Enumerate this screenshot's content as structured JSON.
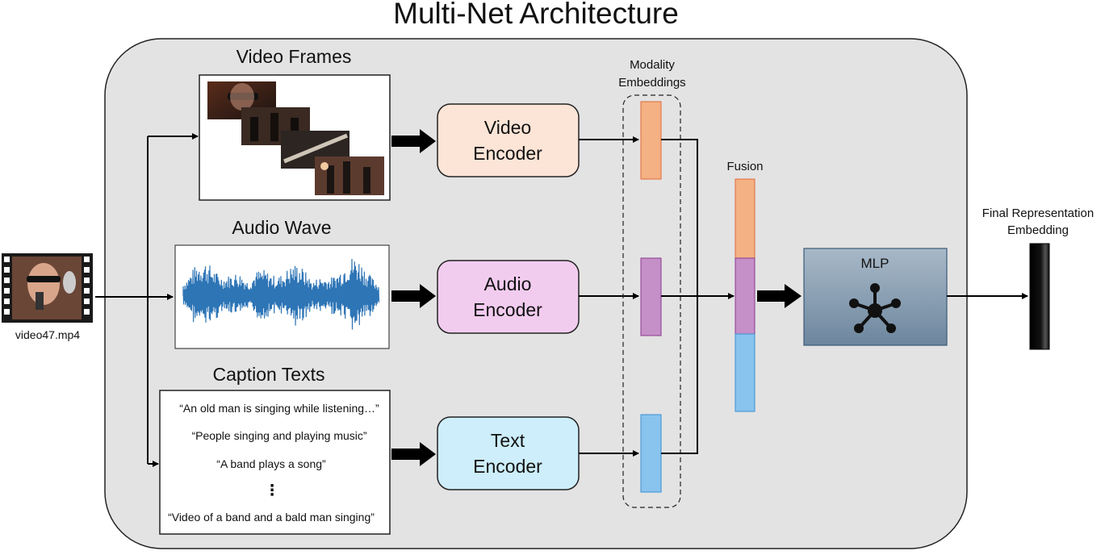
{
  "title": "Multi-Net Architecture",
  "input": {
    "filename": "video47.mp4",
    "thumbnail_icon": "video-file-icon"
  },
  "sections": {
    "video_frames": "Video Frames",
    "audio_wave": "Audio Wave",
    "caption_texts": "Caption Texts"
  },
  "captions": [
    "“An old man is singing while listening…”",
    "“People singing and playing music”",
    "“A band plays a song”",
    "⋮",
    "“Video of a band and a bald man singing”"
  ],
  "encoders": {
    "video": {
      "line1": "Video",
      "line2": "Encoder"
    },
    "audio": {
      "line1": "Audio",
      "line2": "Encoder"
    },
    "text": {
      "line1": "Text",
      "line2": "Encoder"
    }
  },
  "modality": {
    "line1": "Modality",
    "line2": "Embeddings"
  },
  "fusion": "Fusion",
  "mlp": {
    "label": "MLP",
    "icon": "network-hub-icon"
  },
  "final": {
    "line1": "Final Representation",
    "line2": "Embedding"
  },
  "colors": {
    "video": "#f4b183",
    "audio": "#c58fc8",
    "text": "#89c4ee",
    "video_enc": "#fce4d6",
    "audio_enc": "#f2ccef",
    "text_enc": "#cdeefa",
    "panel": "#e3e3e3",
    "waveform": "#2e75b6",
    "mlp_top": "#a4b6c6",
    "mlp_bottom": "#6e87a0"
  }
}
